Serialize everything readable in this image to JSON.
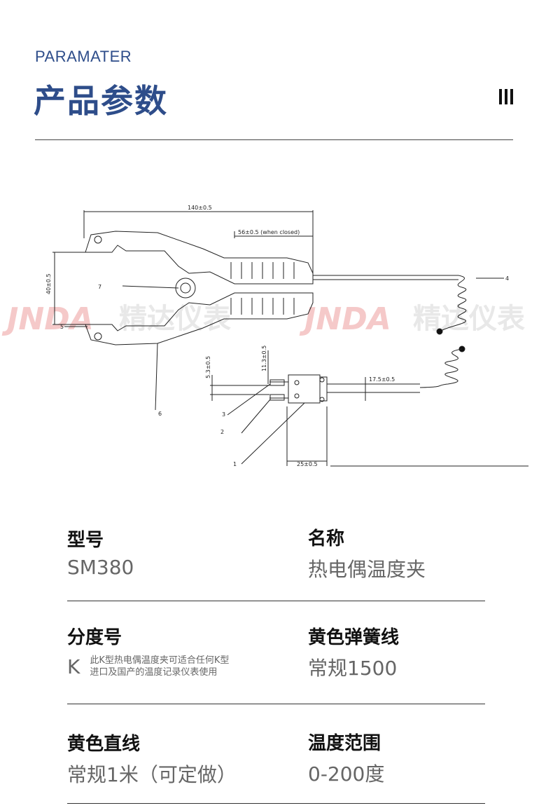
{
  "header": {
    "eyebrow": "PARAMATER",
    "title": "产品参数"
  },
  "drawing": {
    "dims": {
      "length": "140±0.5",
      "opening": "56±0.5 (when closed)",
      "width": "40±0.5",
      "pin_w": "5.3±0.5",
      "pin_h": "11.3±0.5",
      "plug_len": "17.5±0.5",
      "plug_w": "25±0.5"
    },
    "callouts": [
      "1",
      "2",
      "3",
      "4",
      "5",
      "6",
      "7"
    ],
    "watermark": {
      "latin": "JNDA",
      "cn": "精达仪表"
    }
  },
  "specs": [
    {
      "label": "型号",
      "value": "SM380"
    },
    {
      "label": "名称",
      "value": "热电偶温度夹"
    },
    {
      "label": "分度号",
      "value": "K",
      "note_line1": "此K型热电偶温度夹可适合任何K型",
      "note_line2": "进口及国产的温度记录仪表使用"
    },
    {
      "label": "黄色弹簧线",
      "value": "常规1500"
    },
    {
      "label": "黄色直线",
      "value": "常规1米（可定做）"
    },
    {
      "label": "温度范围",
      "value": "0-200度"
    }
  ],
  "colors": {
    "accent": "#2e4d8a",
    "watermark_red": "#f5c9c9"
  }
}
